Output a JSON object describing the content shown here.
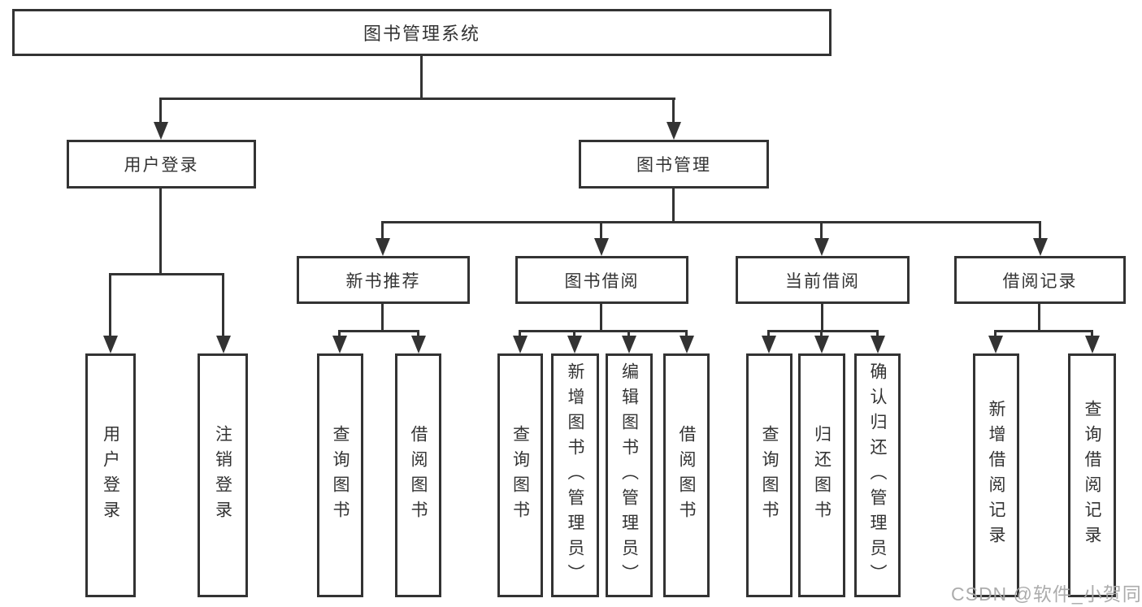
{
  "tree": {
    "root": {
      "label": "图书管理系统"
    },
    "children": [
      {
        "label": "用户登录",
        "children": [
          {
            "label": "用户登录"
          },
          {
            "label": "注销登录"
          }
        ]
      },
      {
        "label": "图书管理",
        "children": [
          {
            "label": "新书推荐",
            "children": [
              {
                "label": "查询图书"
              },
              {
                "label": "借阅图书"
              }
            ]
          },
          {
            "label": "图书借阅",
            "children": [
              {
                "label": "查询图书"
              },
              {
                "label": "新增图书（管理员）"
              },
              {
                "label": "编辑图书（管理员）"
              },
              {
                "label": "借阅图书"
              }
            ]
          },
          {
            "label": "当前借阅",
            "children": [
              {
                "label": "查询图书"
              },
              {
                "label": "归还图书"
              },
              {
                "label": "确认归还（管理员）"
              }
            ]
          },
          {
            "label": "借阅记录",
            "children": [
              {
                "label": "新增借阅记录"
              },
              {
                "label": "查询借阅记录"
              }
            ]
          }
        ]
      }
    ]
  },
  "watermark": {
    "text": "CSDN @软件_小贺同学"
  }
}
